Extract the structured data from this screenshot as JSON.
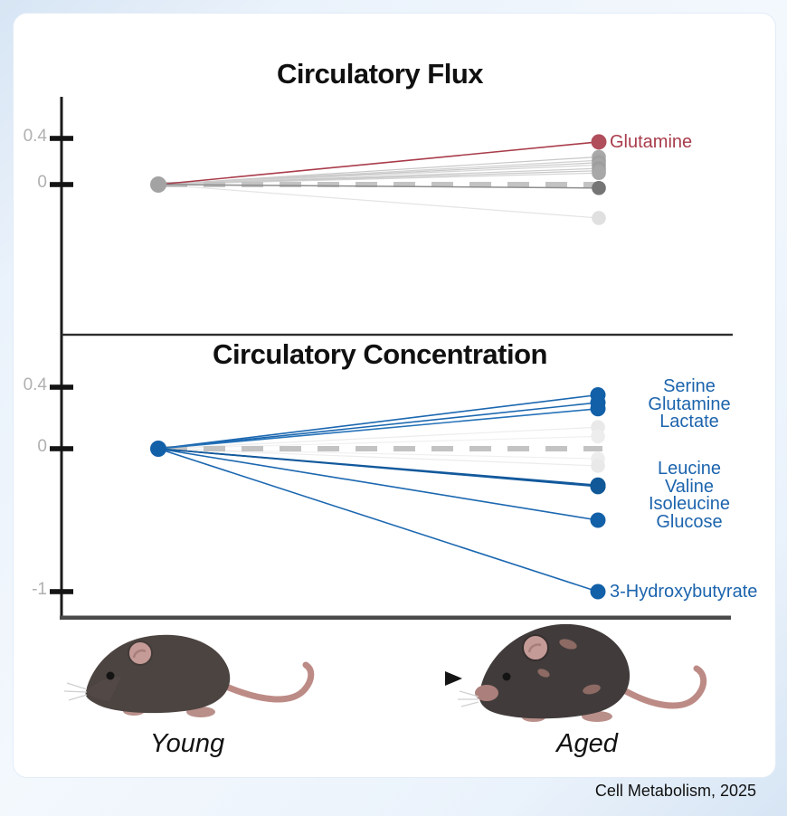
{
  "citation": "Cell Metabolism, 2025",
  "colors": {
    "background": "#e4eefa",
    "panel": "#ffffff",
    "axis": "#1a1a1a",
    "tick_label_grey": "#b0b0b0",
    "zero_dash_grey": "#c3c3c3",
    "highlight_red": "#a93c4b",
    "highlight_blue": "#1b67b0"
  },
  "chart_data": [
    {
      "id": "flux",
      "type": "line",
      "subtype": "slopegraph",
      "title": "Circulatory Flux",
      "x_categories": [
        "Young",
        "Aged"
      ],
      "ylim": [
        -1.15,
        0.55
      ],
      "grid": false,
      "zero_reference_dashed": true,
      "origin_color": "#a3a3a3",
      "y_ticks": [
        {
          "value": 0.4,
          "label": "0.4"
        },
        {
          "value": 0,
          "label": "0"
        }
      ],
      "series": [
        {
          "name": "Glutamine",
          "values": [
            0,
            0.37
          ],
          "color": "#a93c4b",
          "dot": "#b14e5c",
          "labeled": true,
          "emphasis": true
        },
        {
          "name": "",
          "values": [
            0,
            0.24
          ],
          "color": "#c7c7c7",
          "dot": "#aaaaaa"
        },
        {
          "name": "",
          "values": [
            0,
            0.21
          ],
          "color": "#cfcfcf",
          "dot": "#a6a6a6"
        },
        {
          "name": "",
          "values": [
            0,
            0.19
          ],
          "color": "#c7c7c7",
          "dot": "#9f9f9f"
        },
        {
          "name": "",
          "values": [
            0,
            0.17
          ],
          "color": "#d4d4d4",
          "dot": "#a6a6a6"
        },
        {
          "name": "",
          "values": [
            0,
            0.14
          ],
          "color": "#cccccc",
          "dot": "#9c9c9c"
        },
        {
          "name": "",
          "values": [
            0,
            0.12
          ],
          "color": "#c7c7c7",
          "dot": "#a3a3a3"
        },
        {
          "name": "",
          "values": [
            0,
            0.1
          ],
          "color": "#d2d2d2",
          "dot": "#a8a8a8"
        },
        {
          "name": "",
          "values": [
            0,
            -0.03
          ],
          "color": "#8e8e8e",
          "dot": "#757575",
          "emphasis": true
        },
        {
          "name": "",
          "values": [
            0,
            -0.29
          ],
          "color": "#e4e4e4",
          "dot": "#e0e0e0"
        }
      ]
    },
    {
      "id": "concentration",
      "type": "line",
      "subtype": "slopegraph",
      "title": "Circulatory Concentration",
      "x_categories": [
        "Young",
        "Aged"
      ],
      "ylim": [
        -1.15,
        0.55
      ],
      "grid": false,
      "zero_reference_dashed": true,
      "origin_color": "#1260a8",
      "y_ticks": [
        {
          "value": 0.4,
          "label": "0.4"
        },
        {
          "value": 0,
          "label": "0"
        },
        {
          "value": -1,
          "label": "-1"
        }
      ],
      "series": [
        {
          "name": "Serine",
          "values": [
            0,
            0.35
          ],
          "color": "#1b67b0",
          "dot": "#1260a8",
          "labeled": true,
          "emphasis": true
        },
        {
          "name": "Glutamine",
          "values": [
            0,
            0.3
          ],
          "color": "#1b67b0",
          "dot": "#1260a8",
          "labeled": true,
          "emphasis": true
        },
        {
          "name": "Lactate",
          "values": [
            0,
            0.26
          ],
          "color": "#2672b8",
          "dot": "#1260a8",
          "labeled": true,
          "emphasis": true
        },
        {
          "name": "",
          "values": [
            0,
            0.14
          ],
          "color": "#ececec",
          "dot": "#e9e9e9"
        },
        {
          "name": "",
          "values": [
            0,
            0.08
          ],
          "color": "#f0f0f0",
          "dot": "#ededed"
        },
        {
          "name": "",
          "values": [
            0,
            -0.07
          ],
          "color": "#f0f0f0",
          "dot": "#ededed"
        },
        {
          "name": "",
          "values": [
            0,
            -0.12
          ],
          "color": "#ececec",
          "dot": "#e9e9e9"
        },
        {
          "name": "Leucine",
          "values": [
            0,
            -0.255
          ],
          "color": "#12599c",
          "dot": "#115898",
          "labeled": true,
          "emphasis": true
        },
        {
          "name": "Valine",
          "values": [
            0,
            -0.26
          ],
          "color": "#12599c",
          "dot": "#115898",
          "labeled": true,
          "emphasis": true
        },
        {
          "name": "Isoleucine",
          "values": [
            0,
            -0.265
          ],
          "color": "#12599c",
          "dot": "#115898",
          "labeled": true,
          "emphasis": true
        },
        {
          "name": "Glucose",
          "values": [
            0,
            -0.5
          ],
          "color": "#1b67b0",
          "dot": "#1260a8",
          "labeled": true,
          "emphasis": true
        },
        {
          "name": "3-Hydroxybutyrate",
          "values": [
            0,
            -1.0
          ],
          "color": "#1b67b0",
          "dot": "#1260a8",
          "labeled": true,
          "emphasis": true
        }
      ],
      "label_groups": [
        {
          "lines": [
            "Serine",
            "Glutamine",
            "Lactate"
          ]
        },
        {
          "lines": [
            "Leucine",
            "Valine",
            "Isoleucine",
            "Glucose"
          ]
        }
      ],
      "inline_labels": [
        "3-Hydroxybutyrate"
      ]
    }
  ]
}
